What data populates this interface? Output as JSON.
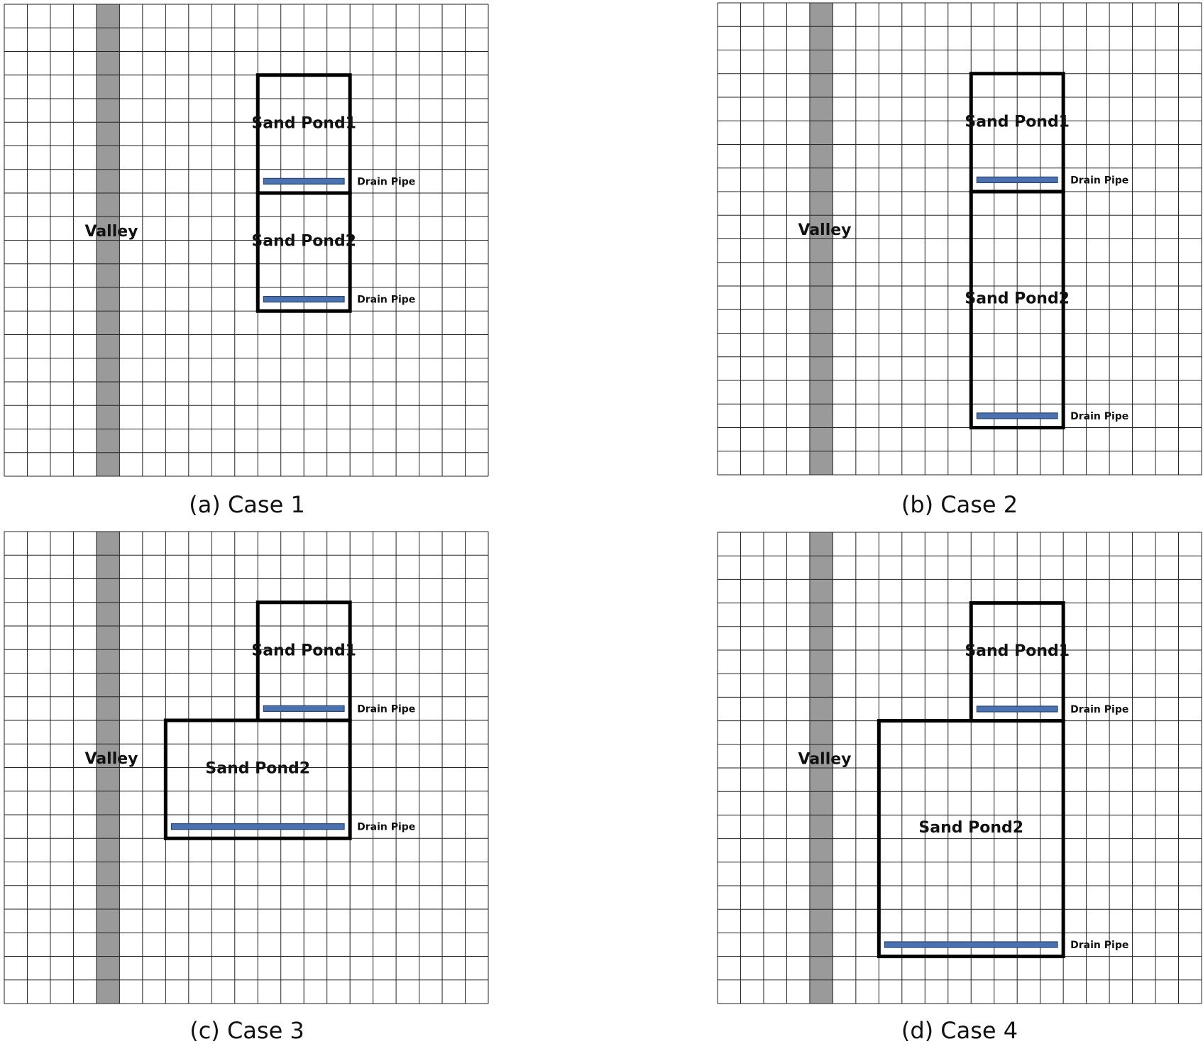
{
  "colors": {
    "grid_line": "#222222",
    "valley_fill": "#9a9a9a",
    "pond_border": "#000000",
    "pipe_fill": "#4a72b0",
    "pipe_stroke": "#2a4470"
  },
  "labels": {
    "valley": "Valley",
    "drain_pipe": "Drain Pipe"
  },
  "panels": [
    {
      "caption": "(a) Case 1",
      "ponds": [
        {
          "name": "Sand Pond1",
          "col_start": 11,
          "col_end": 15,
          "row_start": 3,
          "row_end": 8
        },
        {
          "name": "Sand Pond2",
          "col_start": 11,
          "col_end": 15,
          "row_start": 8,
          "row_end": 13
        }
      ],
      "pipes": [
        {
          "col_start": 11.25,
          "col_end": 14.75,
          "row": 7.5
        },
        {
          "col_start": 11.25,
          "col_end": 14.75,
          "row": 12.5
        }
      ]
    },
    {
      "caption": "(b) Case 2",
      "ponds": [
        {
          "name": "Sand Pond1",
          "col_start": 11,
          "col_end": 15,
          "row_start": 3,
          "row_end": 8
        },
        {
          "name": "Sand Pond2",
          "col_start": 11,
          "col_end": 15,
          "row_start": 8,
          "row_end": 18
        }
      ],
      "pipes": [
        {
          "col_start": 11.25,
          "col_end": 14.75,
          "row": 7.5
        },
        {
          "col_start": 11.25,
          "col_end": 14.75,
          "row": 17.5
        }
      ]
    },
    {
      "caption": "(c) Case 3",
      "ponds": [
        {
          "name": "Sand Pond1",
          "col_start": 11,
          "col_end": 15,
          "row_start": 3,
          "row_end": 8
        },
        {
          "name": "Sand Pond2",
          "col_start": 7,
          "col_end": 15,
          "row_start": 8,
          "row_end": 13
        }
      ],
      "pipes": [
        {
          "col_start": 11.25,
          "col_end": 14.75,
          "row": 7.5
        },
        {
          "col_start": 7.25,
          "col_end": 14.75,
          "row": 12.5
        }
      ]
    },
    {
      "caption": "(d) Case 4",
      "ponds": [
        {
          "name": "Sand Pond1",
          "col_start": 11,
          "col_end": 15,
          "row_start": 3,
          "row_end": 8
        },
        {
          "name": "Sand Pond2",
          "col_start": 7,
          "col_end": 15,
          "row_start": 8,
          "row_end": 18
        }
      ],
      "pipes": [
        {
          "col_start": 11.25,
          "col_end": 14.75,
          "row": 7.5
        },
        {
          "col_start": 7.25,
          "col_end": 14.75,
          "row": 17.5
        }
      ]
    }
  ],
  "grid": {
    "cols": 21,
    "rows": 20,
    "valley_col": 4
  }
}
